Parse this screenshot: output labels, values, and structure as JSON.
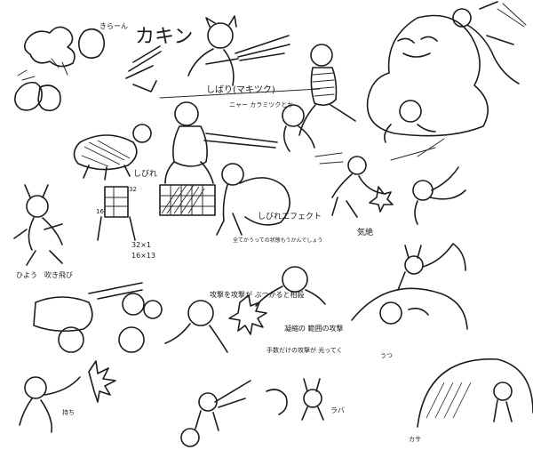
{
  "colors": {
    "paper": "#ffffff",
    "ink": "#1c1c1c"
  },
  "labels": {
    "kakin": "カキン",
    "shibari": "しばり(マキツク)",
    "shibari_note": "ニャー カラミツクとか",
    "shibire": "しびれ",
    "shibire_eff": "しびれエフェクト",
    "eff_note": "全てかうっての状態もうかんでしょう",
    "dims_a": "32×1",
    "dims_b": "16×13",
    "ten_16": "16",
    "ten_32": "32",
    "kizetsu": "気絶",
    "hiyori": "ひよう",
    "fukitobi": "吹き飛び",
    "hanekaeshi": "攻撃を攻撃が ぶつかると相殺",
    "atsumaru": "凝縮の 範囲の攻撃",
    "uchiai": "手数だけの攻撃が 光ってく",
    "mochi": "持ち",
    "kisa": "きらーん",
    "utsu": "うつ",
    "raba": "ラバ",
    "kasa": "カサ"
  }
}
